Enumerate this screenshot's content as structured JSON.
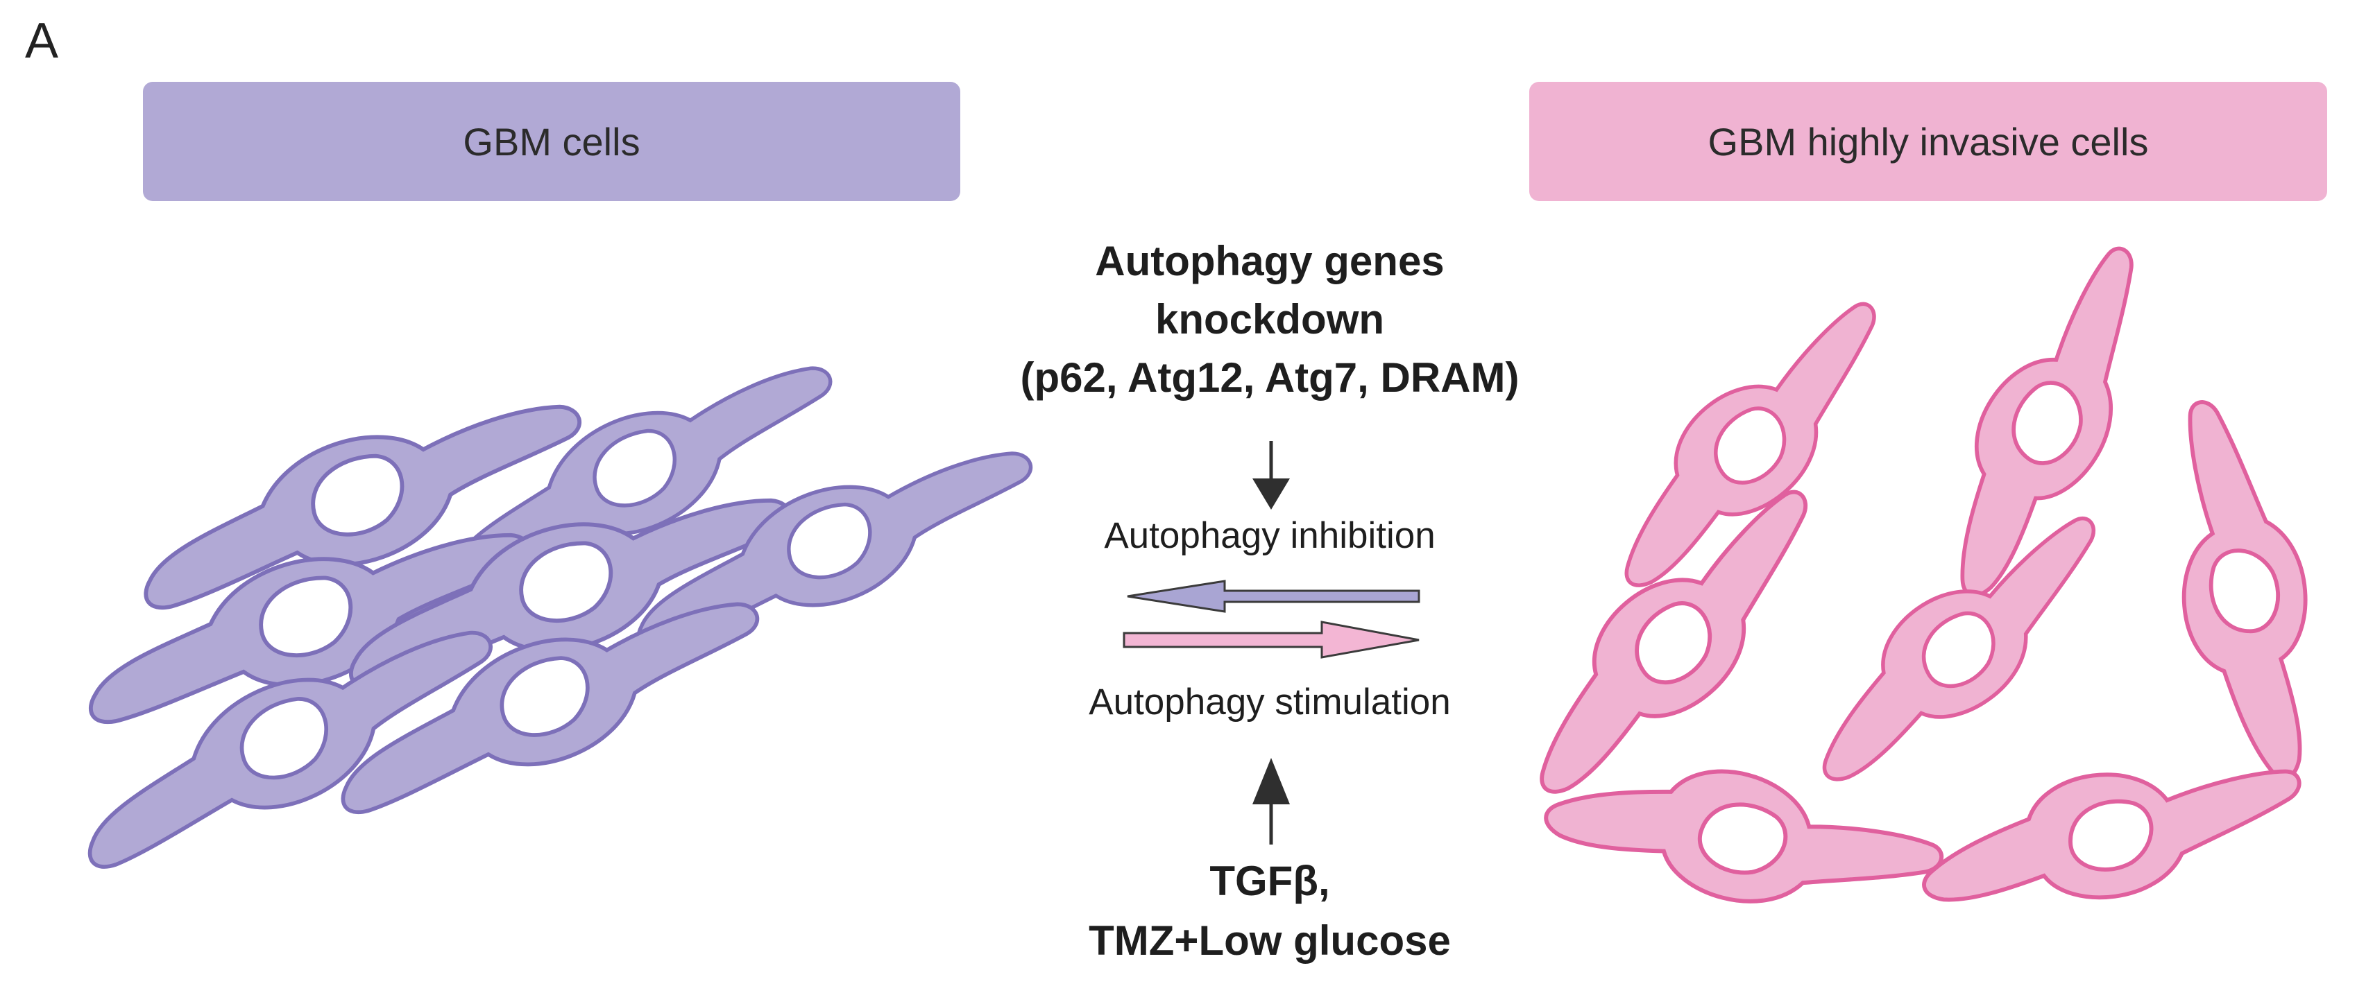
{
  "panel_label": "A",
  "left_header": {
    "label": "GBM cells",
    "color": "#b1a9d5"
  },
  "right_header": {
    "label": "GBM highly invasive cells",
    "color": "#f0b3d2"
  },
  "inhibitors": {
    "line1": "Autophagy genes",
    "line2": "knockdown",
    "line3": "(p62, Atg12, Atg7, DRAM)"
  },
  "inhibition_label": "Autophagy inhibition",
  "stimulation_label": "Autophagy stimulation",
  "stimulators": {
    "line1": "TGFβ,",
    "line2": "TMZ+Low glucose"
  },
  "colors": {
    "gbm_fill": "#b1a9d5",
    "gbm_stroke": "#7d70b9",
    "invasive_fill": "#f0b3d2",
    "invasive_stroke": "#e0609e",
    "arrow_dark": "#2f2f2f",
    "inhibition_arrow": "#a9a5d3",
    "stimulation_arrow": "#f3b6d4"
  },
  "icons": {
    "gbm_cell": "gbm-cell-icon",
    "invasive_cell": "invasive-cell-icon"
  }
}
